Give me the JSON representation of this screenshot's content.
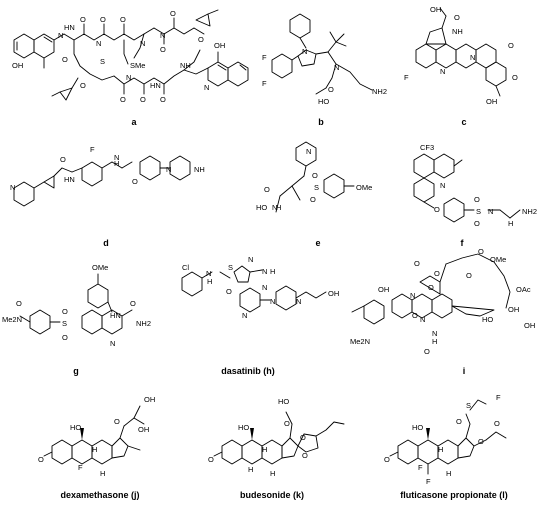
{
  "captions": {
    "a": "a",
    "b": "b",
    "c": "c",
    "d": "d",
    "e": "e",
    "f": "f",
    "g": "g",
    "h": "dasatinib (h)",
    "i": "i",
    "j": "dexamethasone (j)",
    "k": "budesonide (k)",
    "l": "fluticasone propionate (l)"
  },
  "atom_labels": {
    "a": [
      "OH",
      "N",
      "O",
      "HN",
      "O",
      "N",
      "O",
      "O",
      "N",
      "SMe",
      "S",
      "O",
      "N",
      "O",
      "NH",
      "O",
      "OH",
      "N",
      "HN",
      "O",
      "O",
      "N",
      "O",
      "O"
    ],
    "b": [
      "N",
      "F",
      "F",
      "N",
      "HO",
      "NH2",
      "O"
    ],
    "c": [
      "OH",
      "O",
      "NH",
      "F",
      "N",
      "N",
      "O",
      "O",
      "OH"
    ],
    "d": [
      "N",
      "O",
      "HN",
      "F",
      "N",
      "H",
      "O",
      "N",
      "NH"
    ],
    "e": [
      "N",
      "O",
      "S",
      "O",
      "OMe",
      "HO",
      "N",
      "H",
      "O"
    ],
    "f": [
      "CF3",
      "N",
      "O",
      "S",
      "O",
      "O",
      "N",
      "NH2",
      "H"
    ],
    "g": [
      "OMe",
      "HN",
      "O",
      "Me2N",
      "S",
      "O",
      "O",
      "O",
      "NH2",
      "N"
    ],
    "h": [
      "Cl",
      "N",
      "H",
      "O",
      "S",
      "N",
      "N",
      "H",
      "N",
      "N",
      "N",
      "N",
      "OH"
    ],
    "i": [
      "O",
      "O",
      "OMe",
      "O",
      "O",
      "OAc",
      "OH",
      "O",
      "N",
      "N",
      "HO",
      "OH",
      "OH",
      "Me2N",
      "O",
      "N",
      "H",
      "O"
    ],
    "j": [
      "OH",
      "HO",
      "O",
      "OH",
      "H",
      "F",
      "H",
      "O"
    ],
    "k": [
      "HO",
      "HO",
      "O",
      "O",
      "O",
      "H",
      "H",
      "H",
      "O"
    ],
    "l": [
      "F",
      "S",
      "O",
      "HO",
      "O",
      "O",
      "F",
      "H",
      "H",
      "O",
      "F"
    ]
  }
}
